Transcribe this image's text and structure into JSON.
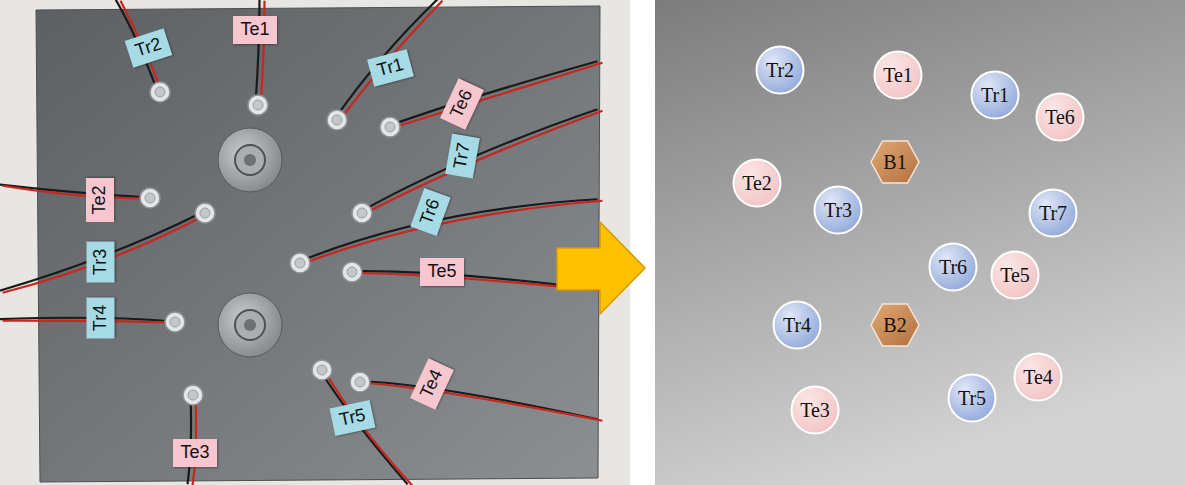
{
  "diagram": {
    "nodes": [
      {
        "text": [
          "Tr2"
        ]
      },
      {
        "text": [
          "Te1"
        ]
      },
      {
        "text": [
          "Tr1"
        ]
      },
      {
        "text": [
          "Te6"
        ]
      },
      {
        "text": [
          "Tr7"
        ]
      },
      {
        "text": [
          "Te2"
        ]
      },
      {
        "text": [
          "Tr6"
        ]
      },
      {
        "text": [
          "Tr3"
        ]
      },
      {
        "text": [
          "Te5"
        ]
      },
      {
        "text": [
          "Tr4"
        ]
      },
      {
        "text": [
          "Te4"
        ]
      },
      {
        "text": [
          "Tr5"
        ]
      },
      {
        "text": [
          "Te3"
        ]
      },
      {
        "text": [
          "Tr2"
        ]
      },
      {
        "text": [
          "Te1"
        ]
      },
      {
        "text": [
          "Tr1"
        ]
      },
      {
        "text": [
          "Te6"
        ]
      },
      {
        "text": [
          "B1"
        ]
      },
      {
        "text": [
          "Te2"
        ]
      },
      {
        "text": [
          "Tr3"
        ]
      },
      {
        "text": [
          "Tr7"
        ]
      },
      {
        "text": [
          "Tr6"
        ]
      },
      {
        "text": [
          "Te5"
        ]
      },
      {
        "text": [
          "Tr4"
        ]
      },
      {
        "text": [
          "B2"
        ]
      },
      {
        "text": [
          "Te4"
        ]
      },
      {
        "text": [
          "Tr5"
        ]
      },
      {
        "text": [
          "Te3"
        ]
      }
    ]
  }
}
